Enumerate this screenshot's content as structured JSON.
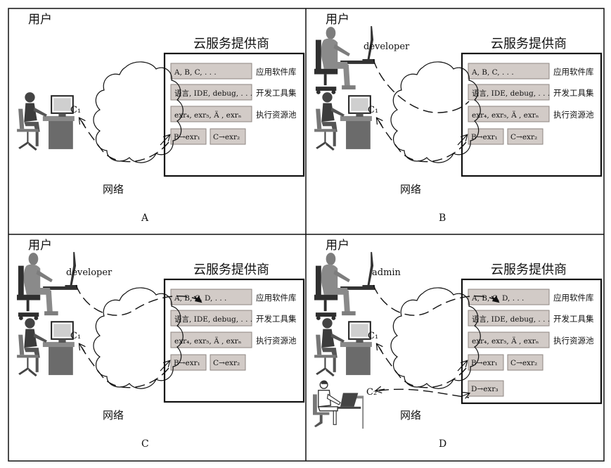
{
  "panels": [
    {
      "id": "A",
      "caption": "A",
      "user_label": "用户",
      "provider_title": "云服务提供商",
      "network_label": "网络",
      "client_labels": [
        "C₁"
      ],
      "role_label": "",
      "rows": [
        {
          "items": [
            "A, B, C, . . ."
          ],
          "label": "应用软件库"
        },
        {
          "items": [
            "语言, IDE, debug, . . ."
          ],
          "label": "开发工具集"
        },
        {
          "items": [
            "exr₄, exr₅, Ä , exrₙ"
          ],
          "label": "执行资源池"
        },
        {
          "items": [
            "B→exr₁",
            "C→exr₂"
          ],
          "label": ""
        }
      ]
    },
    {
      "id": "B",
      "caption": "B",
      "user_label": "用户",
      "provider_title": "云服务提供商",
      "network_label": "网络",
      "client_labels": [
        "C₁"
      ],
      "role_label": "developer",
      "rows": [
        {
          "items": [
            "A, B, C, . . ."
          ],
          "label": "应用软件库"
        },
        {
          "items": [
            "语言, IDE, debug, . . ."
          ],
          "label": "开发工具集"
        },
        {
          "items": [
            "exr₄, exr₅, Ä , exrₙ"
          ],
          "label": "执行资源池"
        },
        {
          "items": [
            "B→exr₁",
            "C→exr₂"
          ],
          "label": ""
        }
      ]
    },
    {
      "id": "C",
      "caption": "C",
      "user_label": "用户",
      "provider_title": "云服务提供商",
      "network_label": "网络",
      "client_labels": [
        "C₁"
      ],
      "role_label": "developer",
      "rows": [
        {
          "items": [
            "A, B, C, D, . . ."
          ],
          "label": "应用软件库"
        },
        {
          "items": [
            "语言, IDE, debug, . . ."
          ],
          "label": "开发工具集"
        },
        {
          "items": [
            "exr₄, exr₅, Ä , exrₙ"
          ],
          "label": "执行资源池"
        },
        {
          "items": [
            "B→exr₁",
            "C→exr₂"
          ],
          "label": ""
        }
      ]
    },
    {
      "id": "D",
      "caption": "D",
      "user_label": "用户",
      "provider_title": "云服务提供商",
      "network_label": "网络",
      "client_labels": [
        "C₁",
        "C₂"
      ],
      "role_label": "admin",
      "rows": [
        {
          "items": [
            "A, B, C, D, . . ."
          ],
          "label": "应用软件库"
        },
        {
          "items": [
            "语言, IDE, debug, . . ."
          ],
          "label": "开发工具集"
        },
        {
          "items": [
            "exr₄, exr₅, Ä , exrₙ"
          ],
          "label": "执行资源池"
        },
        {
          "items": [
            "B→exr₁",
            "C→exr₂"
          ],
          "label": ""
        },
        {
          "items": [
            "D→exr₃"
          ],
          "label": ""
        }
      ]
    }
  ]
}
